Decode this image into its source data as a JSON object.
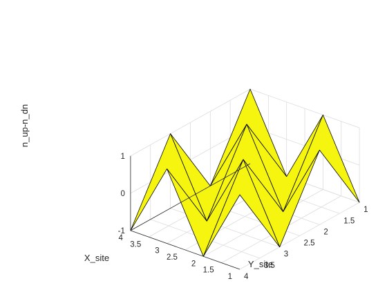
{
  "chart_data": {
    "type": "surface",
    "title": "",
    "xlabel": "X_site",
    "ylabel": "Y_site",
    "zlabel": "n_up-n_dn",
    "x": [
      1,
      2,
      3,
      4
    ],
    "y": [
      1,
      2,
      3,
      4
    ],
    "z": [
      [
        -1,
        1,
        -1,
        1
      ],
      [
        1,
        -1,
        1,
        -1
      ],
      [
        -1,
        1,
        -1,
        1
      ],
      [
        1,
        -1,
        1,
        -1
      ]
    ],
    "xlim": [
      1,
      4
    ],
    "ylim": [
      1,
      4
    ],
    "zlim": [
      -1,
      1
    ],
    "x_ticks": [
      "1",
      "1.5",
      "2",
      "2.5",
      "3",
      "3.5",
      "4"
    ],
    "y_ticks": [
      "1",
      "1.5",
      "2",
      "2.5",
      "3",
      "3.5",
      "4"
    ],
    "z_ticks": [
      "-1",
      "0",
      "1"
    ],
    "grid": true,
    "colors": {
      "high": "#f5f50f",
      "low": "#3d2fa8",
      "edge": "#000000",
      "grid": "#dcdcdc",
      "axis": "#262626"
    }
  }
}
